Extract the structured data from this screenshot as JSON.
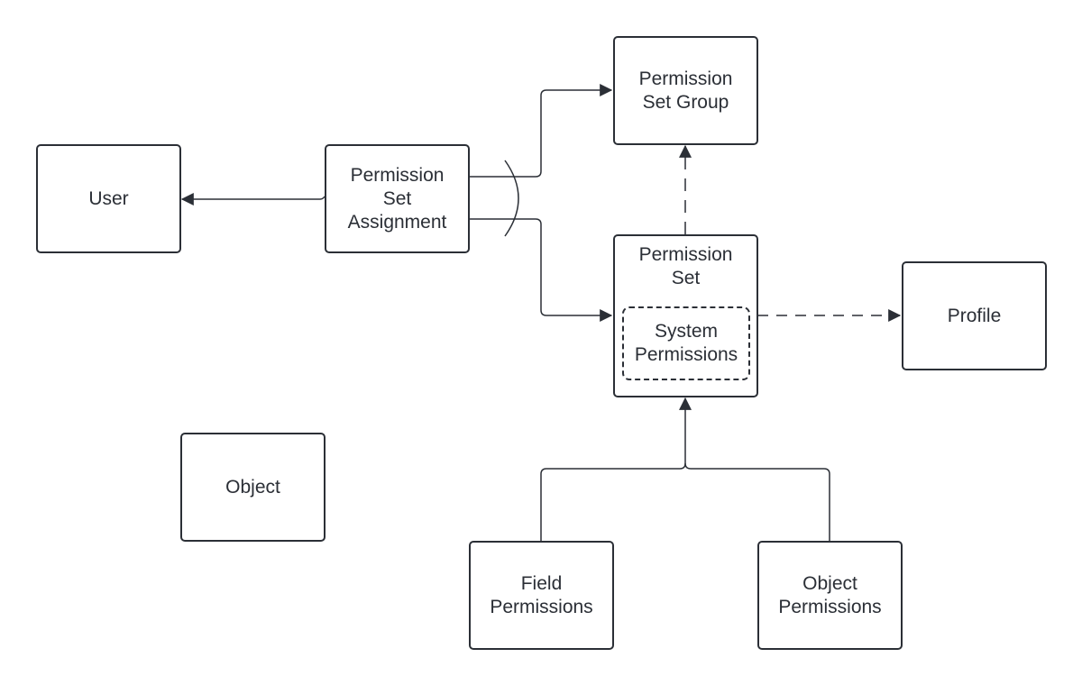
{
  "nodes": {
    "user": "User",
    "psa": "Permission\nSet\nAssignment",
    "psg": "Permission\nSet Group",
    "ps": "Permission\nSet",
    "system_perms": "System\nPermissions",
    "profile": "Profile",
    "object": "Object",
    "field_perms": "Field\nPermissions",
    "object_perms": "Object\nPermissions"
  }
}
